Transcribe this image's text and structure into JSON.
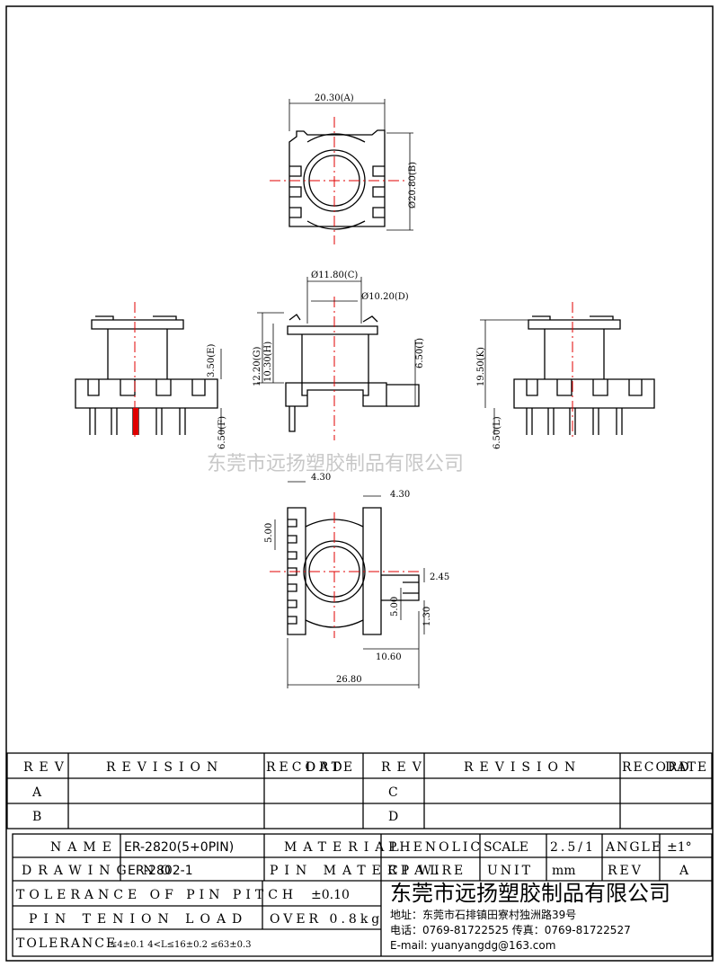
{
  "watermark": "东莞市远扬塑胶制品有限公司",
  "dimensions": {
    "A": "20.30(A)",
    "B": "Ø20.80(B)",
    "C": "Ø11.80(C)",
    "D": "Ø10.20(D)",
    "E": "3.50(E)",
    "F": "6.50(F)",
    "G": "12.20(G)",
    "H": "10.30(H)",
    "I": "6.50(I)",
    "K": "19.50(K)",
    "L": "6.50(L)",
    "bottom_4_30_left": "4.30",
    "bottom_4_30_right": "4.30",
    "bottom_5_00_left": "5.00",
    "bottom_5_00_right": "5.00",
    "bottom_2_45": "2.45",
    "bottom_1_30": "1.30",
    "bottom_10_60": "10.60",
    "bottom_26_80": "26.80"
  },
  "revision_table": {
    "header_rev": "REV",
    "header_revision": "REVISION",
    "header_record": "RECORD",
    "header_date": "DATE",
    "rows": [
      "A",
      "B"
    ],
    "rows_right": [
      "C",
      "D"
    ]
  },
  "title_block": {
    "name_label": "NAME",
    "name_value": "ER-2820(5+0PIN)",
    "drawing_label": "DRAWING NO",
    "drawing_value": "ER-2802-1",
    "material_label": "MATERIAL",
    "material_value": "PHENOLIC",
    "scale_label": "SCALE",
    "scale_value": "2.5/1",
    "angle_label": "ANGLE",
    "angle_value": "±1°",
    "pin_material_label": "PIN MATERIAL",
    "pin_material_value": "CP WIRE",
    "unit_label": "UNIT",
    "unit_value": "mm",
    "rev_label": "REV",
    "rev_value": "A",
    "tolerance_pin_label": "TOLERANCE OF PIN PITCH",
    "tolerance_pin_value": "±0.10",
    "pin_tension_label": "PIN TENION LOAD",
    "pin_tension_value": "OVER 0.8kg",
    "tolerance_label": "TOLERANCE",
    "tolerance_value": "≤4±0.1  4<L≤16±0.2  ≤63±0.3",
    "company": "东莞市远扬塑胶制品有限公司",
    "address": "地址：东莞市石排镇田寮村独洲路39号",
    "phone": "电话：0769-81722525  传真：0769-81722527",
    "email": "E-mail: yuanyangdg@163.com"
  },
  "colors": {
    "line": "#000000",
    "centerline": "#e00000",
    "watermark": "#c8c8c8"
  }
}
